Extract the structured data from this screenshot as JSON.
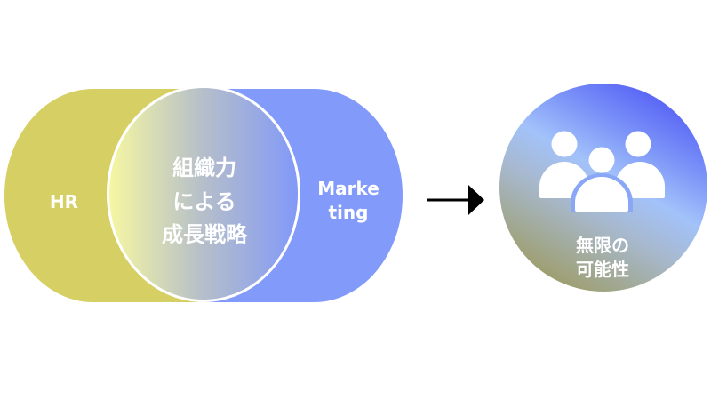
{
  "diagram": {
    "type": "venn-to-result",
    "sets": [
      {
        "id": "hr",
        "label": "HR",
        "color": "#d6cf64"
      },
      {
        "id": "marketing",
        "label_lines": [
          "Marke",
          "ting"
        ],
        "color": "#829afa"
      }
    ],
    "intersection": {
      "label_lines": [
        "組織力",
        "による",
        "成長戦略"
      ],
      "gradient": {
        "from": "#f6f7a2",
        "mid": "#b7c0c8",
        "to": "#8299f8"
      },
      "border_color": "#ffffff"
    },
    "arrow": {
      "direction": "right",
      "color": "#000000"
    },
    "result": {
      "icon": "people-group-icon",
      "label_lines": [
        "無限の",
        "可能性"
      ],
      "gradient": {
        "top_right": "#4a50f5",
        "middle": "#a2c2fa",
        "bottom_left": "#9c9a5e"
      }
    }
  },
  "colors": {
    "background": "#ffffff",
    "text": "#ffffff"
  }
}
